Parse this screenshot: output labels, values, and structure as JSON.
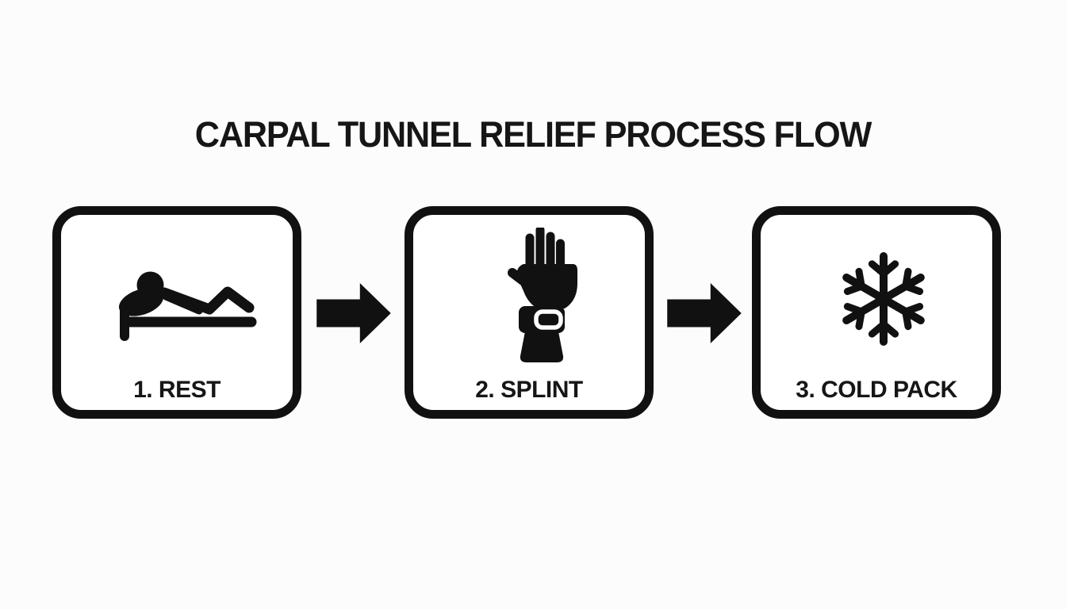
{
  "title": "CARPAL TUNNEL RELIEF PROCESS FLOW",
  "colors": {
    "ink": "#111111",
    "background": "#fcfcfc",
    "box_fill": "#ffffff",
    "text": "#161616"
  },
  "steps": [
    {
      "number": "1",
      "label": "1. REST",
      "icon": "person-resting-icon"
    },
    {
      "number": "2",
      "label": "2. SPLINT",
      "icon": "wrist-splint-icon"
    },
    {
      "number": "3",
      "label": "3. COLD PACK",
      "icon": "snowflake-icon"
    }
  ],
  "connectors": [
    {
      "icon": "arrow-right-icon",
      "direction": "right"
    },
    {
      "icon": "arrow-right-icon",
      "direction": "right"
    }
  ]
}
